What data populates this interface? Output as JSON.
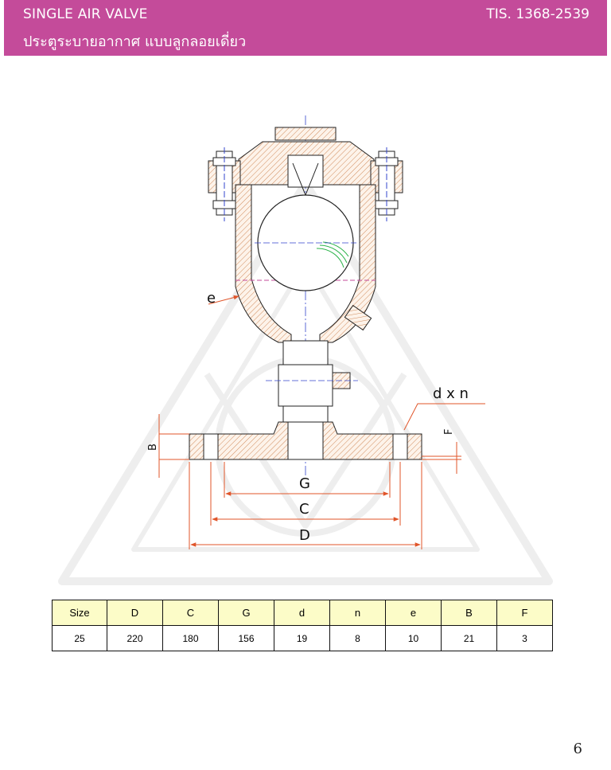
{
  "header": {
    "title": "SINGLE AIR VALVE",
    "subtitle_thai": "ประตูระบายอากาศ แบบลูกลอยเดี่ยว",
    "standard": "TIS. 1368-2539",
    "bg_color": "#c44b9a"
  },
  "drawing": {
    "labels": {
      "e": "e",
      "dxn": "d x n",
      "F": "F",
      "B": "B",
      "G": "G",
      "C": "C",
      "D": "D"
    },
    "colors": {
      "outline": "#222222",
      "hatch": "#d08a5a",
      "dimension": "#e0552a",
      "centerline": "#3344cc",
      "watermark": "#eeeeee"
    }
  },
  "table": {
    "headers": [
      "Size",
      "D",
      "C",
      "G",
      "d",
      "n",
      "e",
      "B",
      "F"
    ],
    "rows": [
      [
        "25",
        "220",
        "180",
        "156",
        "19",
        "8",
        "10",
        "21",
        "3"
      ]
    ],
    "header_bg": "#fcfcc8"
  },
  "page_number": "6"
}
